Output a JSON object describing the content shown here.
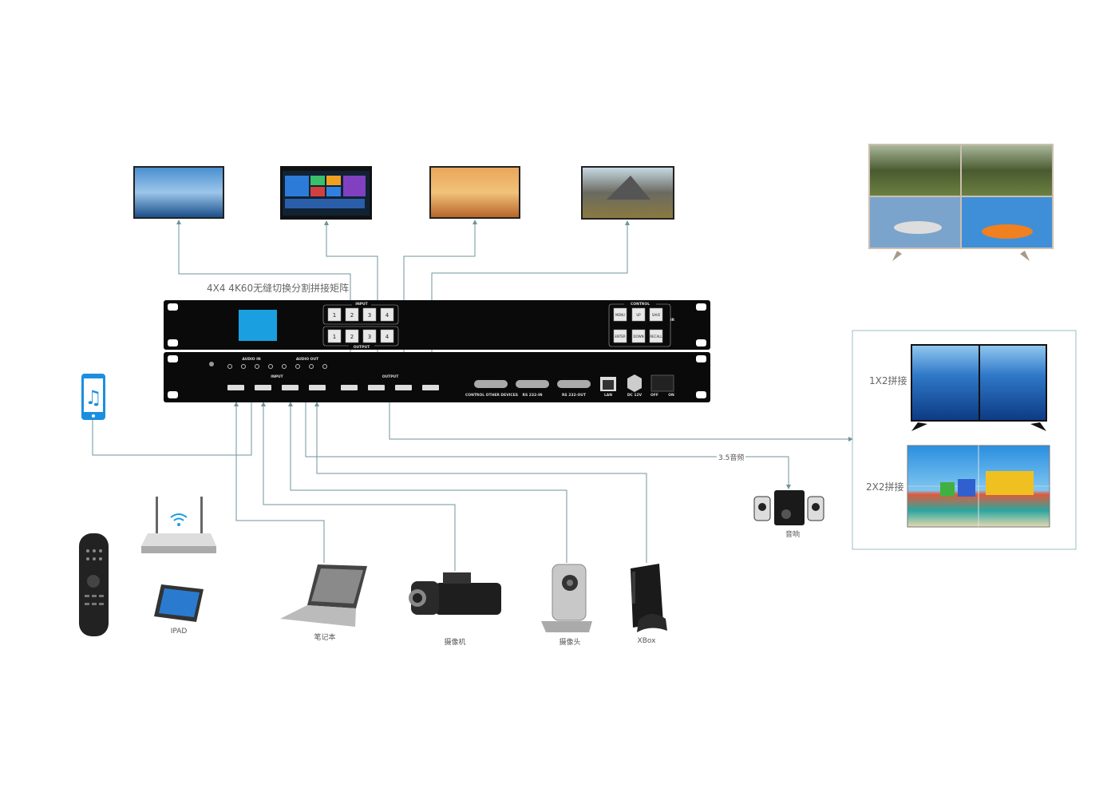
{
  "title": "4X4 4K60无缝切换分割拼接矩阵",
  "front_panel": {
    "input_label": "INPUT",
    "output_label": "OUTPUT",
    "control_label": "CONTROL",
    "ir_label": "IR",
    "buttons": [
      "1",
      "2",
      "3",
      "4"
    ],
    "control_buttons": [
      "MENU",
      "UP",
      "SAVE",
      "ENTER",
      "DOWN",
      "RECALL"
    ]
  },
  "rear_panel": {
    "audio_in": "AUDIO IN",
    "audio_out": "AUDIO OUT",
    "input": "INPUT",
    "output": "OUTPUT",
    "ports": [
      "CONTROL OTHER DEVICES",
      "RS 232-IN",
      "RS 232-OUT",
      "LAN",
      "DC 12V",
      "OFF",
      "ON"
    ]
  },
  "connections": {
    "audio_label": "3.5音频"
  },
  "splicing": {
    "mode1": "1X2拼接",
    "mode2": "2X2拼接"
  },
  "devices": {
    "ipad": "IPAD",
    "laptop": "笔记本",
    "camcorder": "摄像机",
    "webcam": "摄像头",
    "xbox": "XBox",
    "speaker": "音响"
  },
  "colors": {
    "line": "#6f949b",
    "panel": "#0a0a0a",
    "accent": "#1aa0e0"
  }
}
